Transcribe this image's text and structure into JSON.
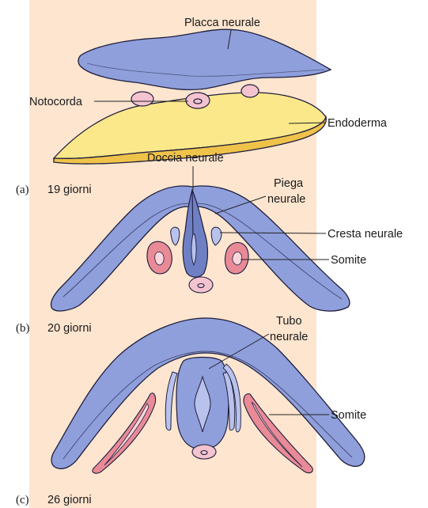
{
  "colors": {
    "background_panel": "#fde5cf",
    "neural_fill": "#8f9fdc",
    "neural_dark": "#6f7fc4",
    "neural_light": "#b8c2ec",
    "neural_stroke": "#1e1e3c",
    "endoderm_fill": "#fbe88a",
    "endoderm_shade": "#efc24a",
    "somite_fill": "#e98a97",
    "somite_inner": "#f9d6dc",
    "pink_cell": "#f4c3d0"
  },
  "panels": {
    "a": {
      "letter": "(a)",
      "age": "19 giorni",
      "labels": {
        "placca_neurale": "Placca neurale",
        "notocorda": "Notocorda",
        "endoderma": "Endoderma"
      }
    },
    "b": {
      "letter": "(b)",
      "age": "20 giorni",
      "labels": {
        "doccia_neurale": "Doccia neurale",
        "piega_line1": "Piega",
        "piega_line2": "neurale",
        "cresta_neurale": "Cresta neurale",
        "somite": "Somite"
      }
    },
    "c": {
      "letter": "(c)",
      "age": "26 giorni",
      "labels": {
        "tubo_line1": "Tubo",
        "tubo_line2": "neurale",
        "somite": "Somite"
      }
    }
  }
}
